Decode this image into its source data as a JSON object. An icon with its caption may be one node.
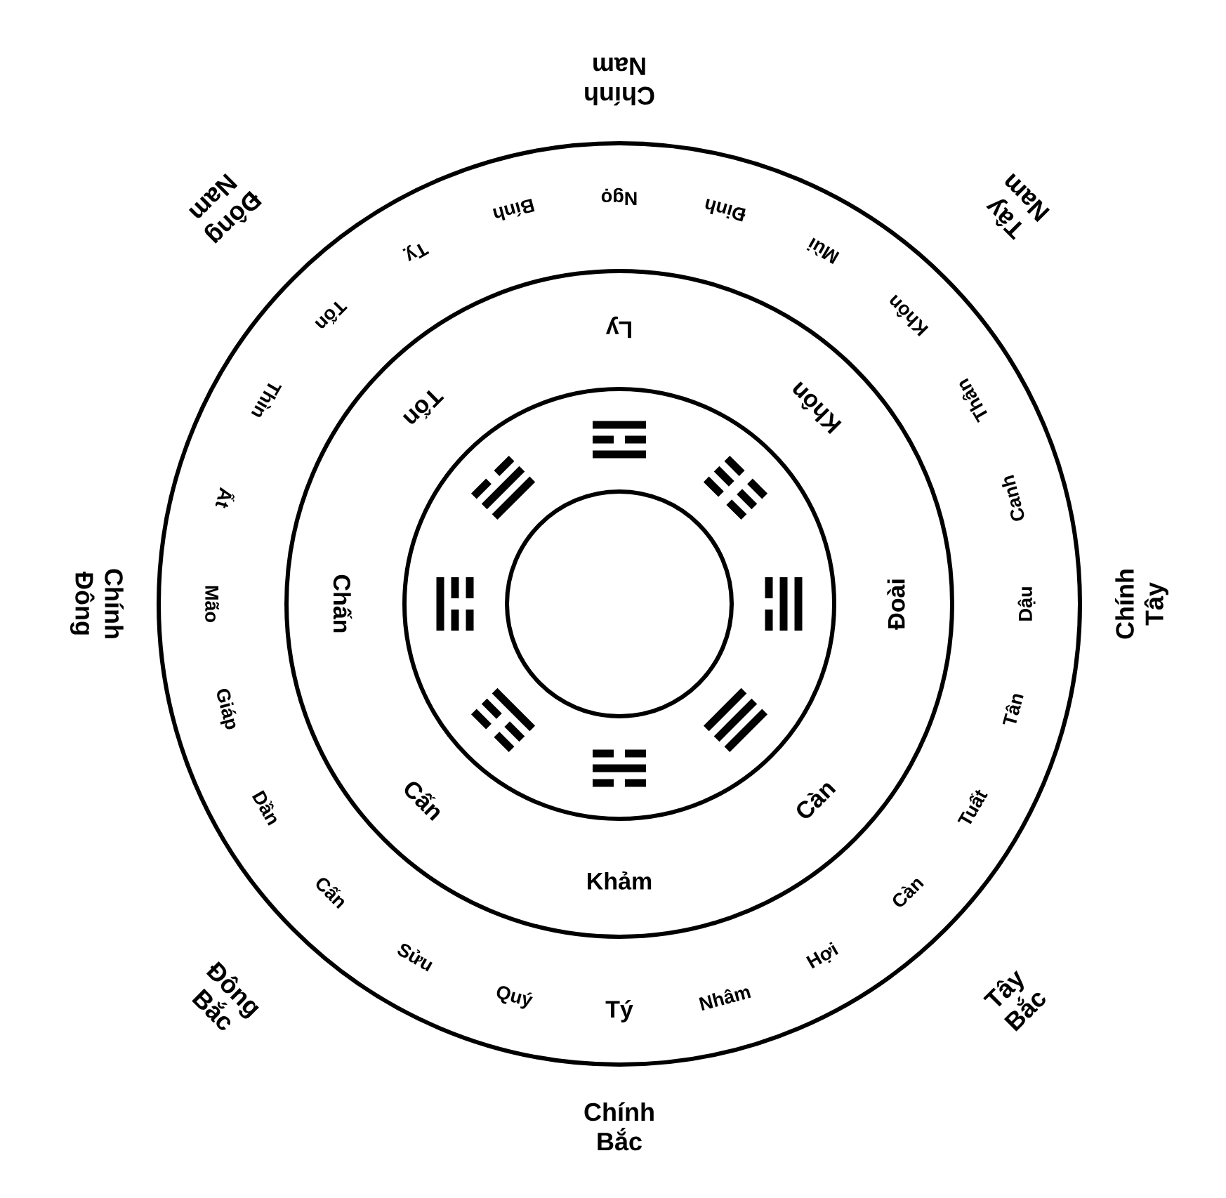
{
  "diagram": {
    "labels": [
      "Chính Bắc",
      "Tây Bắc",
      "Chính Tây",
      "Tây Nam",
      "Chính Nam",
      "Đông Nam",
      "Chính Đông",
      "Đông Bắc",
      "Khảm",
      "Càn",
      "Đoài",
      "Khôn",
      "Ly",
      "Tốn",
      "Chấn",
      "Cấn",
      "Tý",
      "Nhâm",
      "Hợi",
      "Càn",
      "Tuất",
      "Tân",
      "Dậu",
      "Canh",
      "Thân",
      "Khôn",
      "Mùi",
      "Đinh",
      "Ngọ",
      "Bính",
      "Tỵ",
      "Tốn",
      "Thìn",
      "Ất",
      "Mão",
      "Giáp",
      "Dần",
      "Cấn",
      "Sửu",
      "Quý"
    ]
  }
}
